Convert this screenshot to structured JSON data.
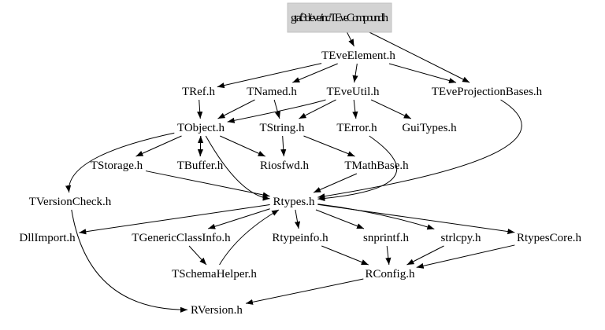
{
  "graph": {
    "root": "graf3d/eve/inc/TEveCompound.h",
    "root_fill": "#d3d3d3",
    "nodes": [
      {
        "id": "root",
        "label": "graf3d/eve/inc/TEveCompound.h"
      },
      {
        "id": "TEveElement",
        "label": "TEveElement.h"
      },
      {
        "id": "TRef",
        "label": "TRef.h"
      },
      {
        "id": "TNamed",
        "label": "TNamed.h"
      },
      {
        "id": "TEveUtil",
        "label": "TEveUtil.h"
      },
      {
        "id": "TEveProjectionBases",
        "label": "TEveProjectionBases.h"
      },
      {
        "id": "TObject",
        "label": "TObject.h"
      },
      {
        "id": "TString",
        "label": "TString.h"
      },
      {
        "id": "TError",
        "label": "TError.h"
      },
      {
        "id": "GuiTypes",
        "label": "GuiTypes.h"
      },
      {
        "id": "TStorage",
        "label": "TStorage.h"
      },
      {
        "id": "TBuffer",
        "label": "TBuffer.h"
      },
      {
        "id": "Riosfwd",
        "label": "Riosfwd.h"
      },
      {
        "id": "TMathBase",
        "label": "TMathBase.h"
      },
      {
        "id": "TVersionCheck",
        "label": "TVersionCheck.h"
      },
      {
        "id": "Rtypes",
        "label": "Rtypes.h"
      },
      {
        "id": "DllImport",
        "label": "DllImport.h"
      },
      {
        "id": "TGenericClassInfo",
        "label": "TGenericClassInfo.h"
      },
      {
        "id": "Rtypeinfo",
        "label": "Rtypeinfo.h"
      },
      {
        "id": "snprintf",
        "label": "snprintf.h"
      },
      {
        "id": "strlcpy",
        "label": "strlcpy.h"
      },
      {
        "id": "RtypesCore",
        "label": "RtypesCore.h"
      },
      {
        "id": "TSchemaHelper",
        "label": "TSchemaHelper.h"
      },
      {
        "id": "RConfig",
        "label": "RConfig.h"
      },
      {
        "id": "RVersion",
        "label": "RVersion.h"
      }
    ],
    "edges": [
      [
        "root",
        "TEveElement"
      ],
      [
        "root",
        "TEveProjectionBases"
      ],
      [
        "TEveElement",
        "TRef"
      ],
      [
        "TEveElement",
        "TNamed"
      ],
      [
        "TEveElement",
        "TEveUtil"
      ],
      [
        "TEveElement",
        "TEveProjectionBases"
      ],
      [
        "TRef",
        "TObject"
      ],
      [
        "TNamed",
        "TObject"
      ],
      [
        "TNamed",
        "TString"
      ],
      [
        "TEveUtil",
        "TObject"
      ],
      [
        "TEveUtil",
        "TString"
      ],
      [
        "TEveUtil",
        "TError"
      ],
      [
        "TEveUtil",
        "GuiTypes"
      ],
      [
        "TEveProjectionBases",
        "Rtypes"
      ],
      [
        "TObject",
        "TStorage"
      ],
      [
        "TObject",
        "TBuffer"
      ],
      [
        "TBuffer",
        "TObject"
      ],
      [
        "TObject",
        "Riosfwd"
      ],
      [
        "TObject",
        "Rtypes"
      ],
      [
        "TObject",
        "TVersionCheck"
      ],
      [
        "TString",
        "Riosfwd"
      ],
      [
        "TString",
        "TMathBase"
      ],
      [
        "TError",
        "Rtypes"
      ],
      [
        "TMathBase",
        "Rtypes"
      ],
      [
        "TStorage",
        "Rtypes"
      ],
      [
        "TVersionCheck",
        "RVersion"
      ],
      [
        "Rtypes",
        "DllImport"
      ],
      [
        "Rtypes",
        "TGenericClassInfo"
      ],
      [
        "Rtypes",
        "Rtypeinfo"
      ],
      [
        "Rtypes",
        "snprintf"
      ],
      [
        "Rtypes",
        "strlcpy"
      ],
      [
        "Rtypes",
        "RtypesCore"
      ],
      [
        "TGenericClassInfo",
        "TSchemaHelper"
      ],
      [
        "TSchemaHelper",
        "Rtypes"
      ],
      [
        "Rtypeinfo",
        "RConfig"
      ],
      [
        "snprintf",
        "RConfig"
      ],
      [
        "strlcpy",
        "RConfig"
      ],
      [
        "RtypesCore",
        "RConfig"
      ],
      [
        "RConfig",
        "RVersion"
      ]
    ]
  }
}
